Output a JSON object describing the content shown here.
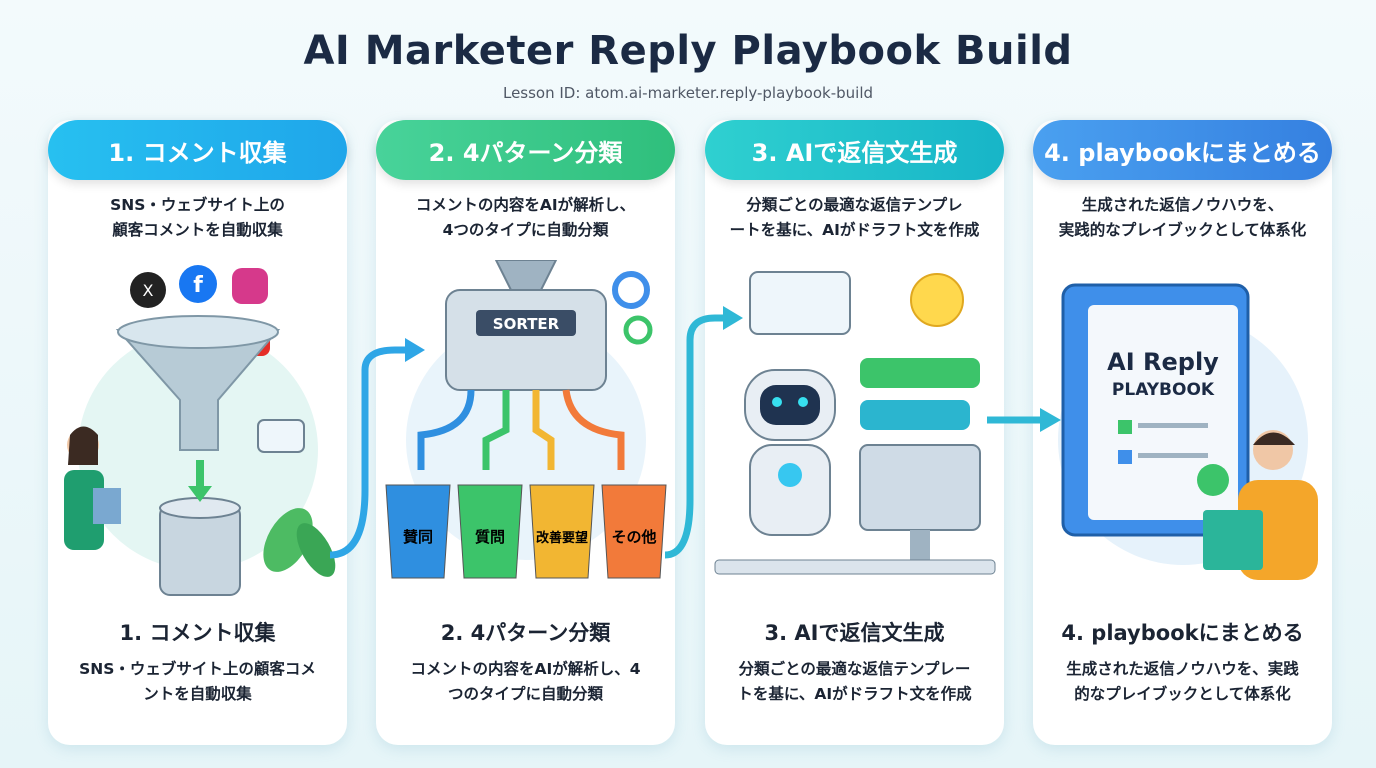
{
  "title": "AI Marketer Reply Playbook Build",
  "subtitle": "Lesson ID: atom.ai-marketer.reply-playbook-build",
  "steps": [
    {
      "label": "1. コメント収集",
      "desc": [
        "SNS・ウェブサイト上の",
        "顧客コメントを自動収集"
      ],
      "bottom_title": "1. コメント収集",
      "bottom_desc": "SNS・ウェブサイト上の顧客コメントを自動収集",
      "color": "#22b3ee"
    },
    {
      "label": "2. 4パターン分類",
      "desc": [
        "コメントの内容をAIが解析し、",
        "4つのタイプに自動分類"
      ],
      "bottom_title": "2. 4パターン分類",
      "bottom_desc": "コメントの内容をAIが解析し、4つのタイプに自動分類",
      "color": "#3ecf8e"
    },
    {
      "label": "3. AIで返信文生成",
      "desc": [
        "分類ごとの最適な返信テンプレ",
        "ートを基に、AIがドラフト文を作成"
      ],
      "bottom_title": "3. AIで返信文生成",
      "bottom_desc": "分類ごとの最適な返信テンプレートを基に、AIがドラフト文を作成",
      "color": "#1fc4cc"
    },
    {
      "label": "4. playbookにまとめる",
      "desc": [
        "生成された返信ノウハウを、",
        "実践的なプレイブックとして体系化"
      ],
      "bottom_title": "4. playbookにまとめる",
      "bottom_desc": "生成された返信ノウハウを、実践的なプレイブックとして体系化",
      "color": "#3f8fea"
    }
  ],
  "sorter": {
    "label": "SORTER",
    "buckets": [
      "賛同",
      "質問",
      "改善要望",
      "その他"
    ],
    "bucket_colors": [
      "#2f8fe0",
      "#3cc46a",
      "#f2b632",
      "#f27a3a"
    ]
  },
  "playbook": {
    "line1": "AI Reply",
    "line2": "PLAYBOOK"
  }
}
